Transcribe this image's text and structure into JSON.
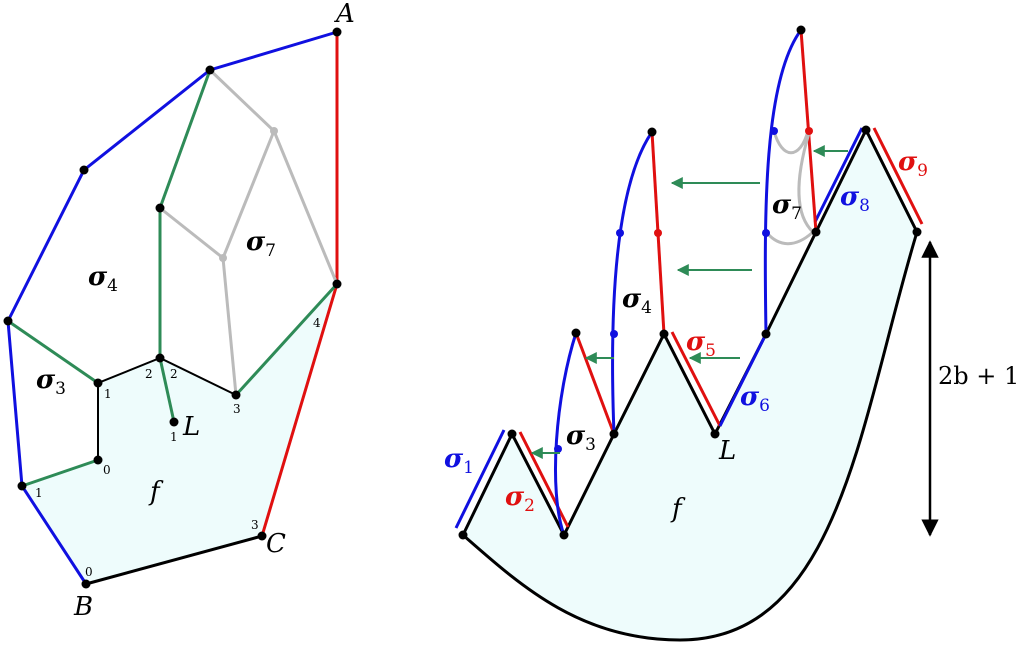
{
  "left_figure": {
    "labels": {
      "A": "A",
      "B": "B",
      "C": "C",
      "L": "L",
      "f": "f",
      "sigma3": "σ",
      "sigma3_sub": "3",
      "sigma4": "σ",
      "sigma4_sub": "4",
      "sigma7": "σ",
      "sigma7_sub": "7"
    },
    "small_numbers": {
      "b0": "0",
      "n1_left": "1",
      "n0_mid": "0",
      "n1_inner": "1",
      "n2a": "2",
      "n2b": "2",
      "n1_L": "1",
      "n3_inner": "3",
      "n3_C": "3",
      "n4": "4"
    }
  },
  "right_figure": {
    "labels": {
      "f": "f",
      "L": "L",
      "height": "2b + 1",
      "s1": "σ",
      "s1_sub": "1",
      "s2": "σ",
      "s2_sub": "2",
      "s3": "σ",
      "s3_sub": "3",
      "s4": "σ",
      "s4_sub": "4",
      "s5": "σ",
      "s5_sub": "5",
      "s6": "σ",
      "s6_sub": "6",
      "s7": "σ",
      "s7_sub": "7",
      "s8": "σ",
      "s8_sub": "8",
      "s9": "σ",
      "s9_sub": "9"
    }
  },
  "colors": {
    "blue": "#1010e0",
    "red": "#e01010",
    "green": "#2e8b57",
    "gray": "#bbbbbb",
    "black": "#000000",
    "fill": "#eefcfc"
  }
}
